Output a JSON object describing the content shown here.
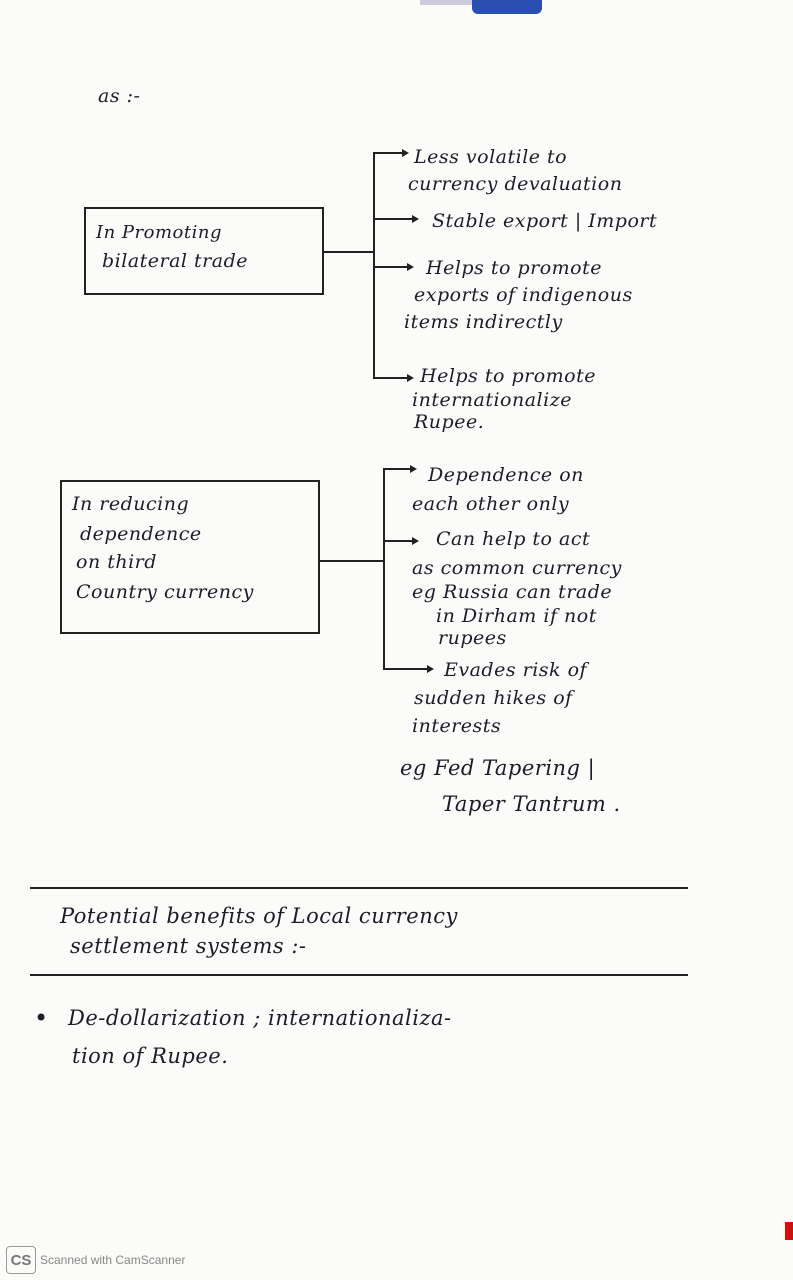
{
  "intro": "as :-",
  "section1": {
    "box_label": [
      "In Promoting",
      "bilateral trade"
    ],
    "branches": [
      [
        "Less volatile to",
        "currency devaluation"
      ],
      [
        "Stable export | Import"
      ],
      [
        "Helps to promote",
        "exports of indigenous",
        "items indirectly"
      ],
      [
        "Helps to promote",
        "internationalize",
        "Rupee."
      ]
    ]
  },
  "section2": {
    "box_label": [
      "In reducing",
      "dependence",
      "on third",
      "Country currency"
    ],
    "branches": [
      [
        "Dependence on",
        "each other only"
      ],
      [
        "Can help to act",
        "as common currency",
        "eg Russia can trade",
        "in Dirham if not",
        "rupees"
      ],
      [
        "Evades risk of",
        "sudden hikes of",
        "interests",
        "eg  Fed Tapering |",
        "Taper Tantrum ."
      ]
    ]
  },
  "heading": [
    "Potential benefits of Local currency",
    "settlement systems :-"
  ],
  "bullets": [
    [
      "De-dollarization ; internationaliza-",
      "tion of Rupee."
    ]
  ],
  "footer": {
    "logo": "CS",
    "text": "Scanned with CamScanner"
  }
}
